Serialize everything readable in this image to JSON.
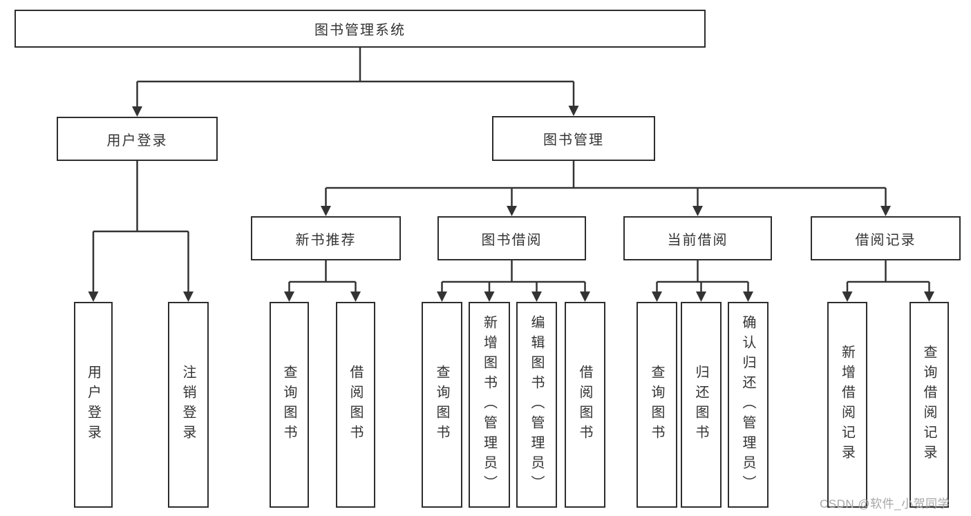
{
  "diagram": {
    "type": "hierarchy-tree",
    "tree": {
      "label": "图书管理系统",
      "children": [
        {
          "label": "用户登录",
          "children": [
            {
              "label": "用户登录"
            },
            {
              "label": "注销登录"
            }
          ]
        },
        {
          "label": "图书管理",
          "children": [
            {
              "label": "新书推荐",
              "children": [
                {
                  "label": "查询图书"
                },
                {
                  "label": "借阅图书"
                }
              ]
            },
            {
              "label": "图书借阅",
              "children": [
                {
                  "label": "查询图书"
                },
                {
                  "label": "新增图书（管理员）"
                },
                {
                  "label": "编辑图书（管理员）"
                },
                {
                  "label": "借阅图书"
                }
              ]
            },
            {
              "label": "当前借阅",
              "children": [
                {
                  "label": "查询图书"
                },
                {
                  "label": "归还图书"
                },
                {
                  "label": "确认归还（管理员）"
                }
              ]
            },
            {
              "label": "借阅记录",
              "children": [
                {
                  "label": "新增借阅记录"
                },
                {
                  "label": "查询借阅记录"
                }
              ]
            }
          ]
        }
      ]
    }
  },
  "watermark": {
    "text": "CSDN @软件_小贺同学"
  },
  "colors": {
    "line": "#333333",
    "border": "#2d2d2d",
    "text": "#333333",
    "watermark": "#a6a6a6",
    "background": "#ffffff"
  }
}
